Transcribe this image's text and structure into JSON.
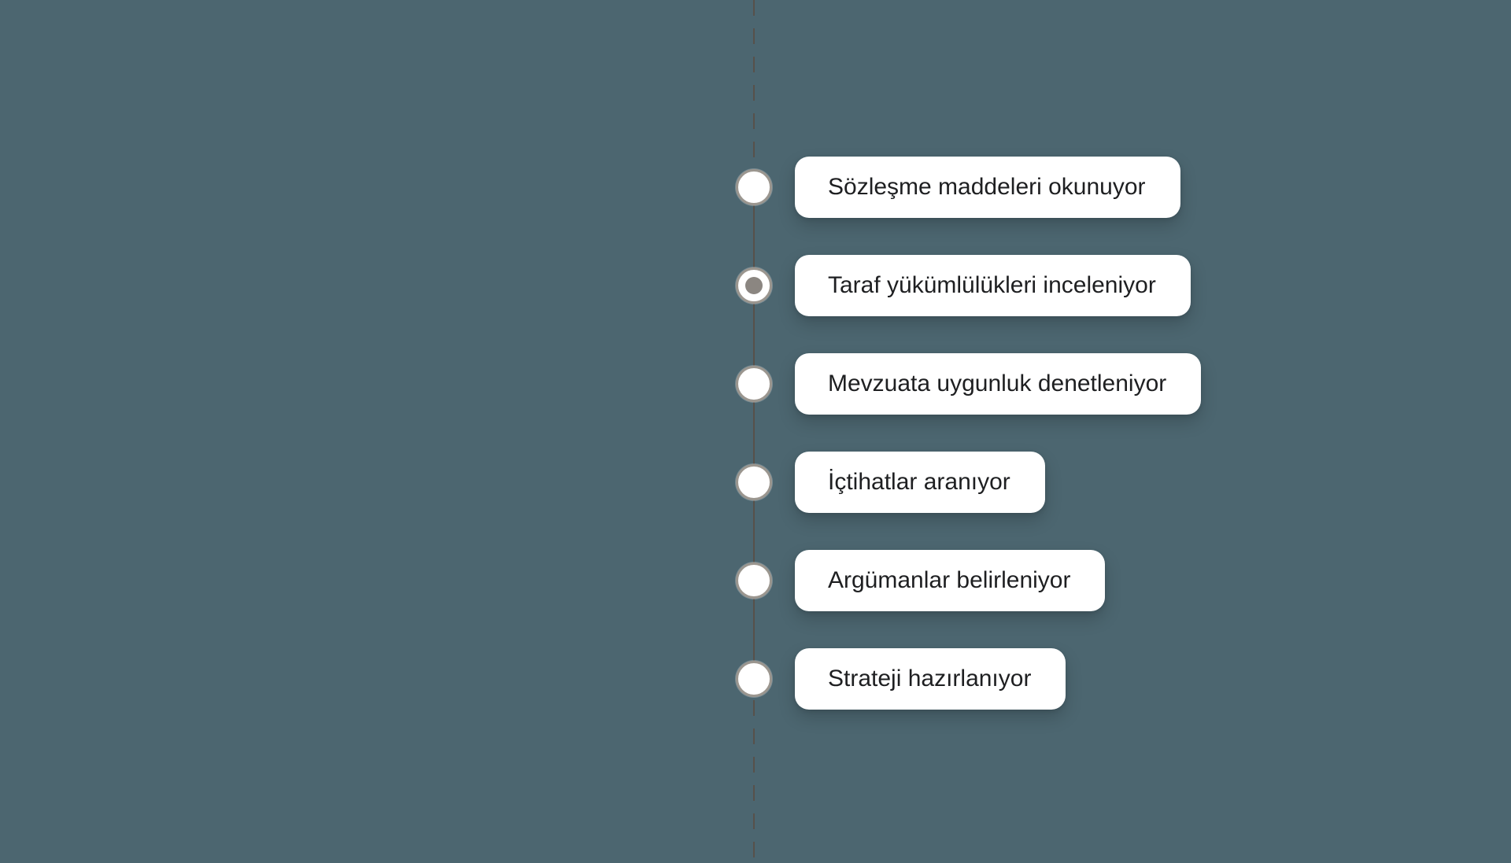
{
  "background_color": "#4c6670",
  "timeline": {
    "line_color": "#57514b",
    "node_border_color": "#9b968f",
    "active_dot_color": "#8b8681",
    "card_background": "#ffffff",
    "text_color": "#1e1f21",
    "active_step_index": 1,
    "steps": [
      {
        "label": "Sözleşme maddeleri okunuyor",
        "active": false
      },
      {
        "label": "Taraf yükümlülükleri inceleniyor",
        "active": true
      },
      {
        "label": "Mevzuata uygunluk denetleniyor",
        "active": false
      },
      {
        "label": "İçtihatlar aranıyor",
        "active": false
      },
      {
        "label": "Argümanlar belirleniyor",
        "active": false
      },
      {
        "label": "Strateji hazırlanıyor",
        "active": false
      }
    ]
  }
}
